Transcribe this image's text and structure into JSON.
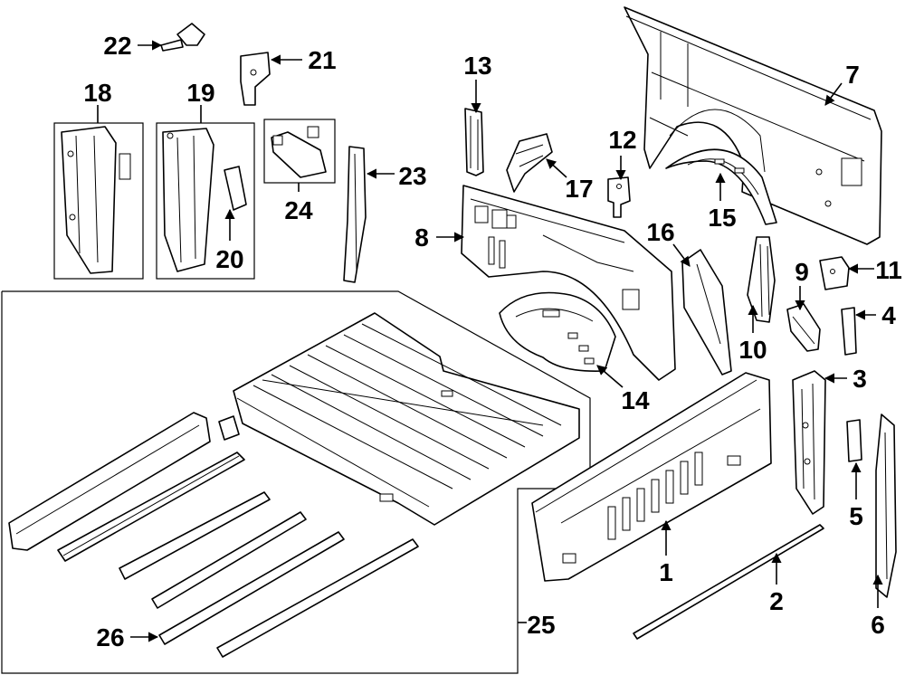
{
  "diagram": {
    "callouts": [
      {
        "id": 1,
        "label": "1"
      },
      {
        "id": 2,
        "label": "2"
      },
      {
        "id": 3,
        "label": "3"
      },
      {
        "id": 4,
        "label": "4"
      },
      {
        "id": 5,
        "label": "5"
      },
      {
        "id": 6,
        "label": "6"
      },
      {
        "id": 7,
        "label": "7"
      },
      {
        "id": 8,
        "label": "8"
      },
      {
        "id": 9,
        "label": "9"
      },
      {
        "id": 10,
        "label": "10"
      },
      {
        "id": 11,
        "label": "11"
      },
      {
        "id": 12,
        "label": "12"
      },
      {
        "id": 13,
        "label": "13"
      },
      {
        "id": 14,
        "label": "14"
      },
      {
        "id": 15,
        "label": "15"
      },
      {
        "id": 16,
        "label": "16"
      },
      {
        "id": 17,
        "label": "17"
      },
      {
        "id": 18,
        "label": "18"
      },
      {
        "id": 19,
        "label": "19"
      },
      {
        "id": 20,
        "label": "20"
      },
      {
        "id": 21,
        "label": "21"
      },
      {
        "id": 22,
        "label": "22"
      },
      {
        "id": 23,
        "label": "23"
      },
      {
        "id": 24,
        "label": "24"
      },
      {
        "id": 25,
        "label": "25"
      },
      {
        "id": 26,
        "label": "26"
      }
    ]
  }
}
